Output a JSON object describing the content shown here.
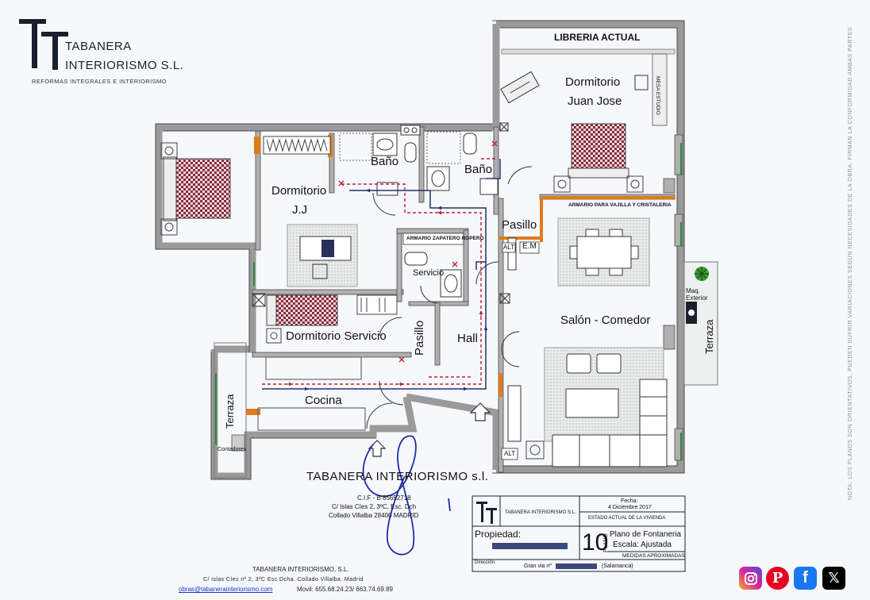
{
  "logo": {
    "line1": "TABANERA",
    "line2": "INTERIORISMO S.L.",
    "tagline": "REFORMAS INTEGRALES E INTERIORISMO"
  },
  "rooms": {
    "libreria": "LIBRERIA ACTUAL",
    "dorm_jj_top": "Dormitorio",
    "dorm_jj_bottom": "Juan Jose",
    "dorm_jj2_top": "Dormitorio",
    "dorm_jj2_bottom": "J.J",
    "bano1": "Baño",
    "bano2": "Baño",
    "pasillo_upper": "Pasillo",
    "pasillo_lower": "Pasillo",
    "hall": "Hall",
    "servicio": "Servicio",
    "dorm_servicio": "Dormitorio Servicio",
    "salon": "Salón - Comedor",
    "cocina": "Cocina",
    "terraza_left": "Terraza",
    "terraza_right": "Terraza",
    "maq_exterior": "Maq. Exterior",
    "contadores": "Contadores",
    "armario_vajilla": "ARMARIO PARA VAJILLA Y CRISTALERIA",
    "armario_zapatero": "ARMARIO ZAPATERO ROPERO",
    "mesa_estudio": "MESA ESTUDIO",
    "alt1": "ALT",
    "em": "E.M",
    "alt2": "ALT"
  },
  "stamp": {
    "name": "TABANERA INTERIORISMO s.l.",
    "cif": "C.I.F - B 85652718",
    "address": "C/ Islas Cíes 2, 3ºC, Esc. Dch",
    "city": "Collado Villalba 28400 MADRID"
  },
  "title_block": {
    "company": "TABANERA INTERIORISMO S.L.",
    "fecha_label": "Fecha:",
    "fecha_value": "4 Diciembre 2017",
    "estado": "ESTADO ACTUAL DE LA VIVIENDA",
    "propiedad_label": "Propiedad:",
    "plano_number": "10",
    "plano_vertical": "PLANO",
    "plano_title": "Plano de Fontaneria",
    "escala": "Escala: Ajustada",
    "medidas": "MEDIDAS APROXIMADAS",
    "direccion_label": "Dirección:",
    "direccion_value": "Gran via nº",
    "direccion_suffix": "(Salamanca)"
  },
  "footer": {
    "company": "TABANERA INTERIORISMO, S.L.",
    "address": "C/ Islas Cíes nº 2, 3ºC Esc Dcha. Collado Villalba. Madrid",
    "email": "obras@tabanerainteriorismo.com",
    "phone": "Movil: 655.68.24.23/ 663.74.69.89"
  },
  "side_note": "NOTA: LOS PLANOS SON ORIENTATIVOS, PUEDEN SUFRIR VARIACIONES SEGÚN NECESIDADES DE LA OBRA. FIRMAN LA CONFORMIDAD AMBAS PARTES",
  "social": [
    {
      "name": "instagram",
      "color": "#d6249f"
    },
    {
      "name": "pinterest",
      "color": "#e60023"
    },
    {
      "name": "facebook",
      "color": "#1877f2"
    },
    {
      "name": "x",
      "color": "#000000"
    }
  ],
  "colors": {
    "wall": "#9a9a9a",
    "wall_dark": "#5e5e5e",
    "orange": "#e07b1a",
    "red_pipe": "#c0203a",
    "blue_pipe": "#24306e",
    "terrace_green": "#2d8a3a",
    "stamp_blue": "#1d2ea8"
  }
}
